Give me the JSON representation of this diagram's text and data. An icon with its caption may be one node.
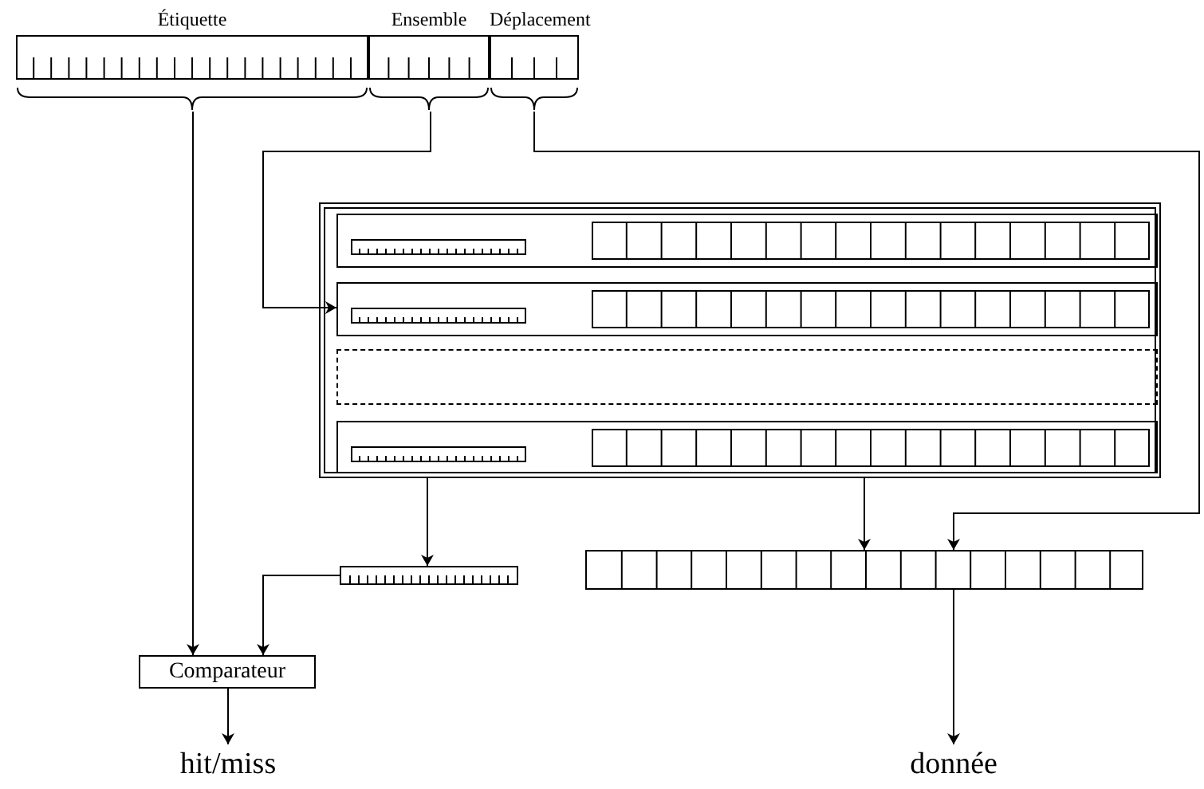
{
  "diagram": {
    "nodes": [
      {
        "text": [
          "Étiquette"
        ]
      },
      {
        "text": [
          "Ensemble"
        ]
      },
      {
        "text": [
          "Déplacement"
        ]
      },
      {
        "text": [],
        "shape": "box"
      },
      {
        "text": [],
        "shape": "box",
        "in": 3
      },
      {
        "text": [],
        "shape": "box",
        "in": 3
      },
      {
        "text": [],
        "shape": "box",
        "in": 3
      },
      {
        "text": [],
        "shape": "box",
        "in": 3
      },
      {
        "text": [],
        "shape": "box"
      },
      {
        "text": [],
        "shape": "box"
      },
      {
        "text": [
          "Comparateur"
        ]
      },
      {
        "text": [
          "hit/miss"
        ]
      },
      {
        "text": [
          "donnée"
        ]
      }
    ],
    "edges": [
      {
        "from": 1,
        "to": 5,
        "arrow": "to"
      },
      {
        "from": 3,
        "to": 8,
        "arrow": "to"
      },
      {
        "from": 3,
        "to": 9,
        "arrow": "to"
      },
      {
        "from": 2,
        "to": 9,
        "arrow": "to"
      },
      {
        "from": 0,
        "to": 10,
        "arrow": "to"
      },
      {
        "from": 8,
        "to": 10,
        "arrow": "to"
      },
      {
        "from": 10,
        "to": 11,
        "arrow": "to"
      },
      {
        "from": 9,
        "to": 12,
        "arrow": "to"
      }
    ]
  }
}
